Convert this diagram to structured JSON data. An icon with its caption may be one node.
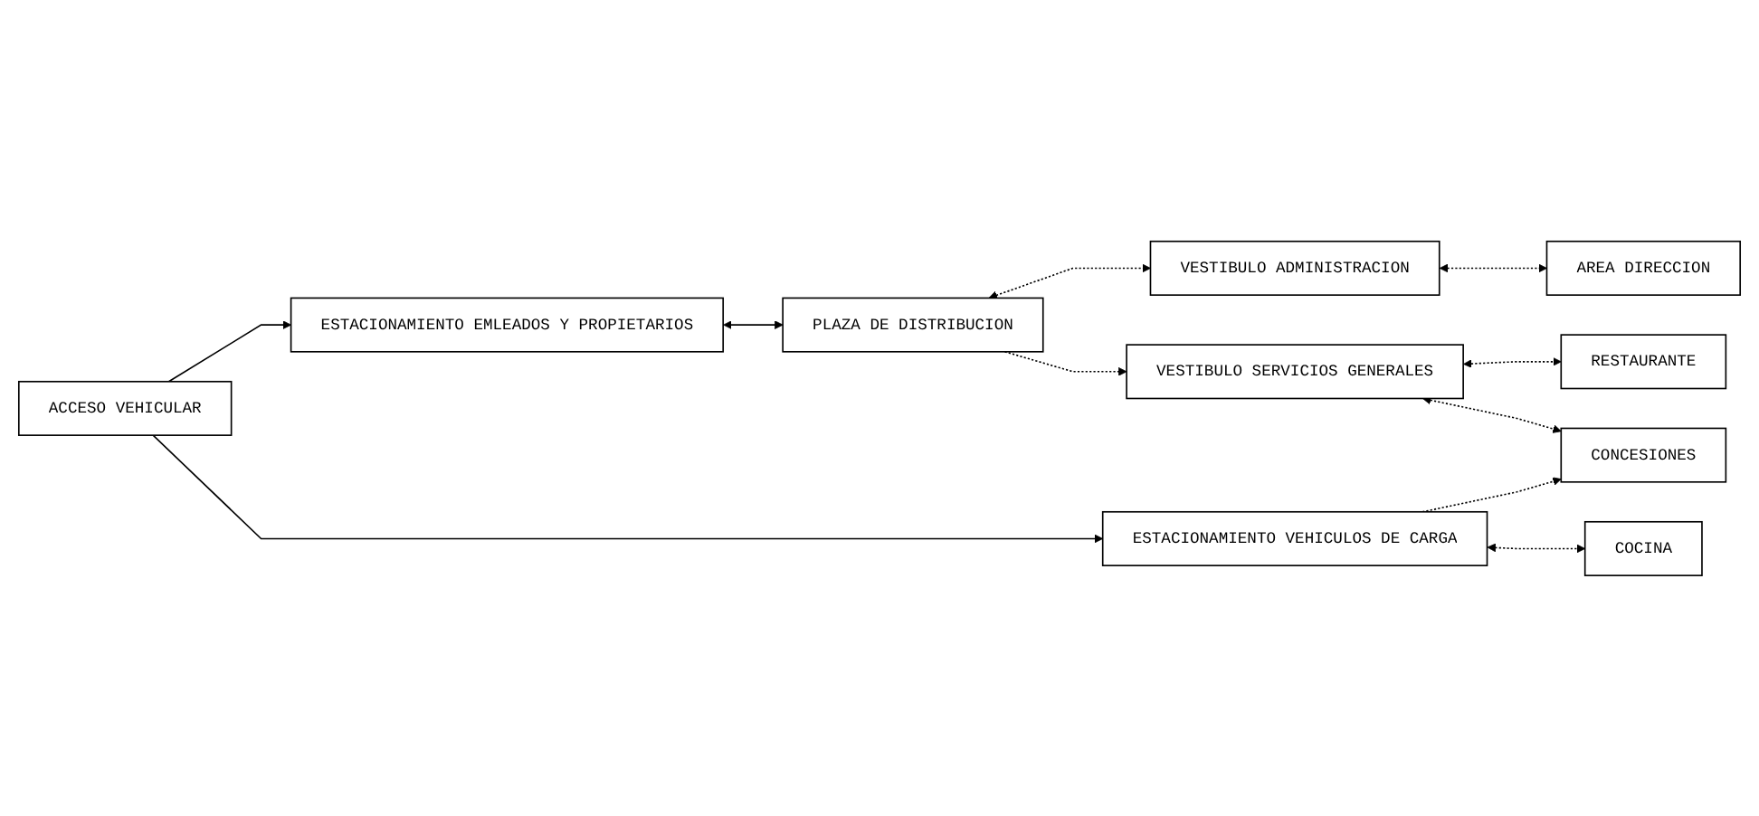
{
  "diagram": {
    "nodes": [
      {
        "text": [
          "ACCESO VEHICULAR"
        ]
      },
      {
        "text": [
          "ESTACIONAMIENTO EMLEADOS Y PROPIETARIOS"
        ]
      },
      {
        "text": [
          "PLAZA DE DISTRIBUCION"
        ]
      },
      {
        "text": [
          "VESTIBULO ADMINISTRACION"
        ]
      },
      {
        "text": [
          "AREA DIRECCION"
        ]
      },
      {
        "text": [
          "ESTACIONAMIENTO VEHICULOS DE CARGA"
        ]
      },
      {
        "text": [
          "VESTIBULO SERVICIOS GENERALES"
        ]
      },
      {
        "text": [
          "COCINA"
        ]
      },
      {
        "text": [
          "RESTAURANTE"
        ]
      },
      {
        "text": [
          "CONCESIONES"
        ]
      }
    ],
    "edges": [
      {
        "from": 0,
        "to": 1,
        "arrow": "to"
      },
      {
        "from": 1,
        "to": 2,
        "arrow": "both"
      },
      {
        "from": 2,
        "to": 3,
        "arrow": "both",
        "style": "dashed"
      },
      {
        "from": 3,
        "to": 4,
        "arrow": "both",
        "style": "dashed"
      },
      {
        "from": 2,
        "to": 6,
        "arrow": "to",
        "style": "dashed"
      },
      {
        "from": 0,
        "to": 5,
        "arrow": "to"
      },
      {
        "from": 5,
        "to": 7,
        "arrow": "both",
        "style": "dashed"
      },
      {
        "from": 6,
        "to": 8,
        "arrow": "both",
        "style": "dashed"
      },
      {
        "from": 6,
        "to": 9,
        "arrow": "both",
        "style": "dashed"
      },
      {
        "from": 5,
        "to": 9,
        "arrow": "to",
        "style": "dashed"
      }
    ]
  }
}
